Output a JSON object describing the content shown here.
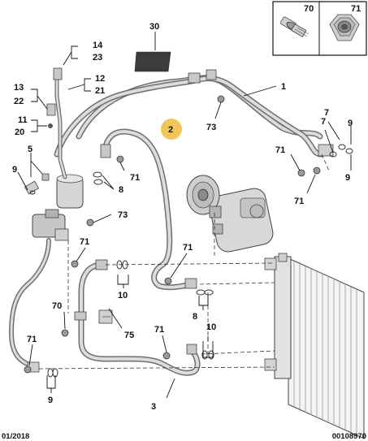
{
  "hardware_box": {
    "labels": [
      "70",
      "71"
    ],
    "icons": [
      "bolt-icon",
      "flange-nut-icon"
    ]
  },
  "callouts": {
    "c1": "1",
    "c2": "2",
    "c3": "3",
    "c5": "5",
    "c7a": "7",
    "c7b": "7",
    "c8a": "8",
    "c8b": "8",
    "c9a": "9",
    "c9b": "9",
    "c9c": "9",
    "c9d": "9",
    "c10a": "10",
    "c10b": "10",
    "c11": "11",
    "c12": "12",
    "c13": "13",
    "c14": "14",
    "c20": "20",
    "c21": "21",
    "c22": "22",
    "c23": "23",
    "c30": "30",
    "c70": "70",
    "c71a": "71",
    "c71b": "71",
    "c71c": "71",
    "c71d": "71",
    "c71e": "71",
    "c71f": "71",
    "c71g": "71",
    "c73a": "73",
    "c73b": "73",
    "c75": "75"
  },
  "highlight": {
    "label": "2",
    "color": "#f2c45a"
  },
  "footer": {
    "date": "01/2018",
    "reference": "00108970"
  }
}
